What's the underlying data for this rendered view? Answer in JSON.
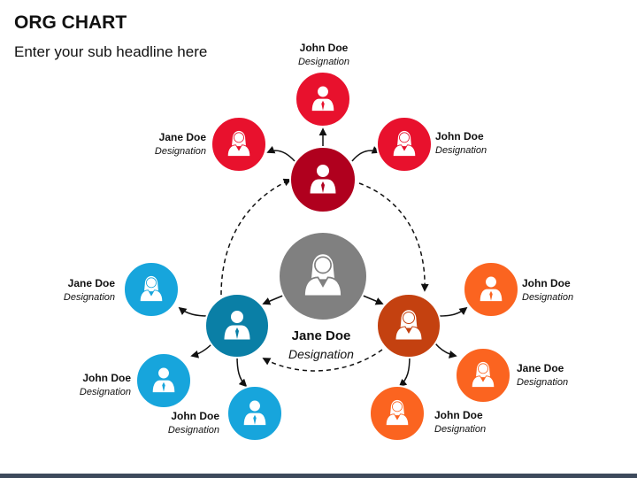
{
  "header": {
    "title": "ORG CHART",
    "subtitle": "Enter your sub headline here"
  },
  "colors": {
    "center": "#808080",
    "red_dark": "#b0001e",
    "red": "#e8112d",
    "blue_dark": "#0a7fa6",
    "blue": "#17a5dc",
    "orange_dark": "#c44110",
    "orange": "#fb6420"
  },
  "nodes": {
    "center": {
      "name": "Jane Doe",
      "designation": "Designation",
      "icon": "female-user-icon"
    },
    "red_top": {
      "name": "John Doe",
      "designation": "Designation",
      "icon": "male-user-icon"
    },
    "red_left": {
      "name": "Jane Doe",
      "designation": "Designation",
      "icon": "female-user-icon"
    },
    "red_right": {
      "name": "John Doe",
      "designation": "Designation",
      "icon": "female-user-icon"
    },
    "blue_top": {
      "name": "Jane Doe",
      "designation": "Designation",
      "icon": "female-user-icon"
    },
    "blue_mid": {
      "name": "John Doe",
      "designation": "Designation",
      "icon": "male-user-icon"
    },
    "blue_bottom": {
      "name": "John Doe",
      "designation": "Designation",
      "icon": "male-user-icon"
    },
    "orange_top": {
      "name": "John Doe",
      "designation": "Designation",
      "icon": "male-user-icon"
    },
    "orange_mid": {
      "name": "Jane Doe",
      "designation": "Designation",
      "icon": "female-user-icon"
    },
    "orange_bottom": {
      "name": "John Doe",
      "designation": "Designation",
      "icon": "female-user-icon"
    }
  }
}
